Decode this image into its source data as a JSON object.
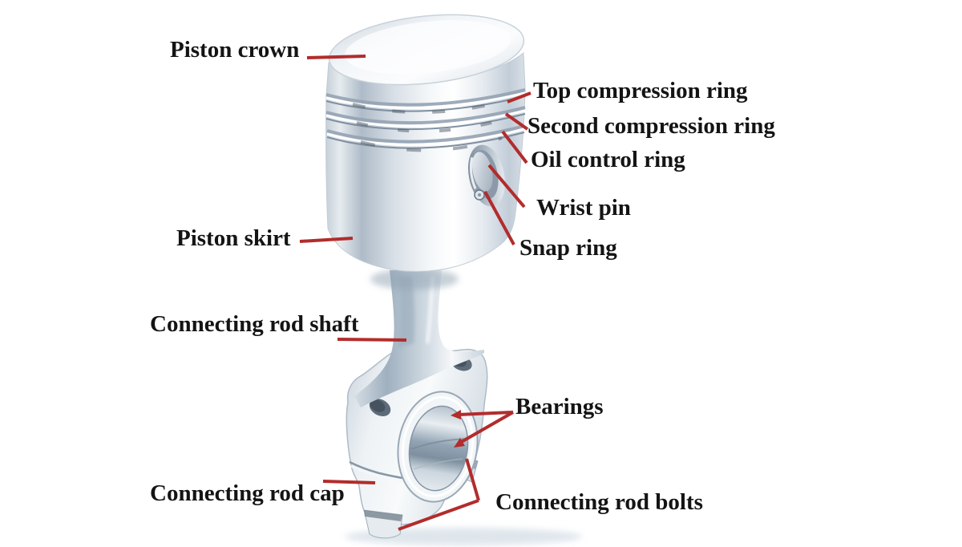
{
  "theme": {
    "background": "#ffffff",
    "label_color": "#141414",
    "leader_color": "#b22c2c",
    "metal_light": "#f4f7f9",
    "metal_mid": "#c7d2db",
    "metal_dark": "#8d9dae"
  },
  "labels": [
    {
      "id": "piston-crown",
      "text": "Piston crown"
    },
    {
      "id": "top-compression-ring",
      "text": "Top compression ring"
    },
    {
      "id": "second-compression-ring",
      "text": "Second compression ring"
    },
    {
      "id": "oil-control-ring",
      "text": "Oil control ring"
    },
    {
      "id": "wrist-pin",
      "text": "Wrist pin"
    },
    {
      "id": "snap-ring",
      "text": "Snap ring"
    },
    {
      "id": "piston-skirt",
      "text": "Piston skirt"
    },
    {
      "id": "connecting-rod-shaft",
      "text": "Connecting rod shaft"
    },
    {
      "id": "bearings",
      "text": "Bearings"
    },
    {
      "id": "connecting-rod-cap",
      "text": "Connecting rod cap"
    },
    {
      "id": "connecting-rod-bolts",
      "text": "Connecting rod bolts"
    }
  ]
}
